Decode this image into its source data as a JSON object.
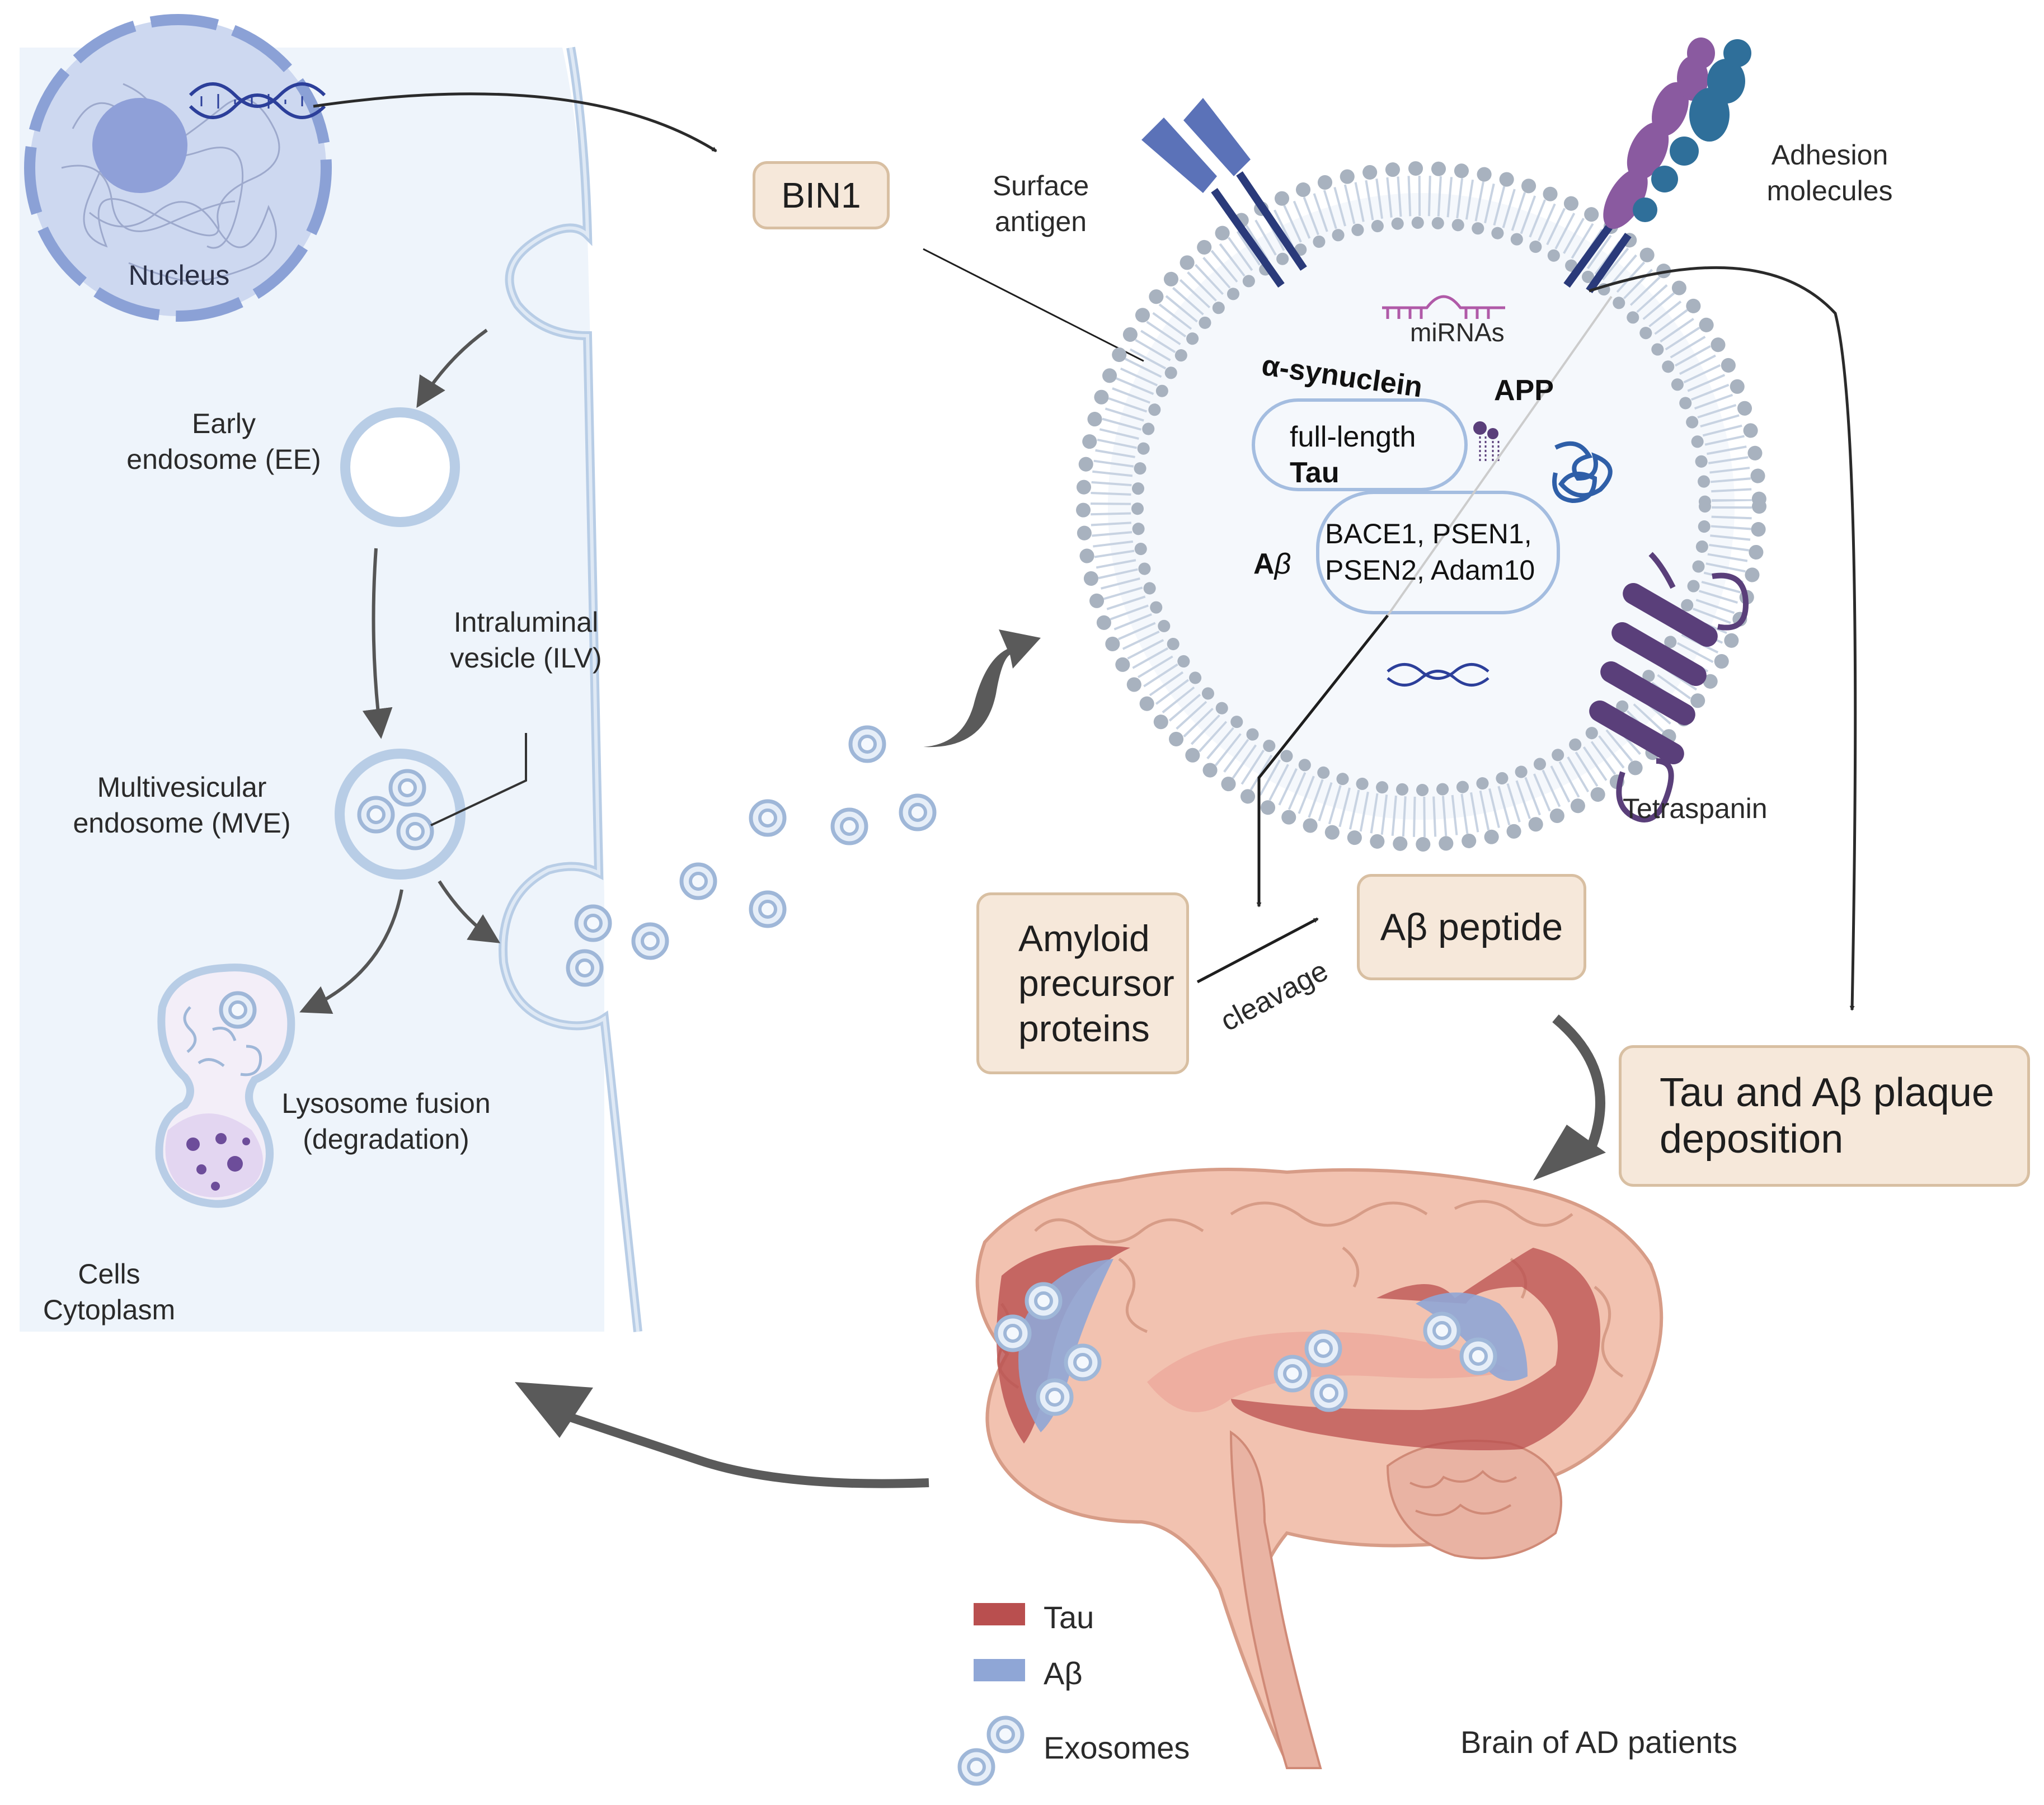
{
  "cell": {
    "nucleus": "Nucleus",
    "early_endosome": "Early\nendosome (EE)",
    "ilv": "Intraluminal\nvesicle (ILV)",
    "mve": "Multivesicular\nendosome (MVE)",
    "lysosome": "Lysosome fusion\n(degradation)",
    "cytoplasm": "Cells\nCytoplasm"
  },
  "bin1": "BIN1",
  "exosome": {
    "surface_antigen": "Surface\nantigen",
    "adhesion_molecules": "Adhesion\nmolecules",
    "tetraspanin": "Tetraspanin",
    "mirnas": "miRNAs",
    "alpha_synuclein": "α-synuclein",
    "app": "APP",
    "tau_full_length": "full-length",
    "tau_word": "Tau",
    "abeta": "A",
    "abeta_beta": "β",
    "enzymes": "BACE1, PSEN1,\nPSEN2, Adam10"
  },
  "processing": {
    "amyloid_precursor": "Amyloid\nprecursor\nproteins",
    "cleavage": "cleavage",
    "abeta_peptide": "Aβ peptide",
    "plaque_deposition": "Tau and Aβ plaque\ndeposition"
  },
  "brain": {
    "caption": "Brain of AD patients"
  },
  "legend": {
    "tau": "Tau",
    "abeta": "Aβ",
    "exosomes": "Exosomes"
  },
  "colors": {
    "cell_bg": "#eef4fb",
    "membrane": "#b8cde6",
    "box_fill": "#f6e8da",
    "box_border": "#d8bfa2",
    "tau": "#b94f4f",
    "abeta": "#8fa6d6",
    "brain": "#f2c2b0"
  }
}
